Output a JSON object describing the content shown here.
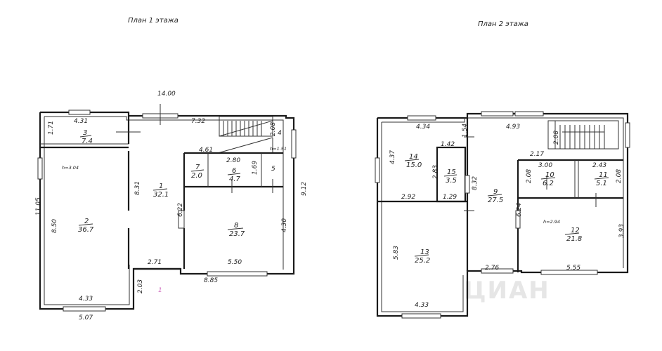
{
  "floor1": {
    "title": "План 1 этажа",
    "dims": {
      "top": "14.00",
      "d732": "7.32",
      "d431": "4.31",
      "d171": "1.71",
      "d850": "8.50",
      "d831": "8.31",
      "d461": "4.61",
      "d280": "2.80",
      "d208": "2.08",
      "d4": "4",
      "d151": "h=1.51",
      "d169": "1.69",
      "d5": "5",
      "d622": "6.22",
      "d430": "4.30",
      "d912": "9.12",
      "d1105": "11.05",
      "d271": "2.71",
      "d550": "5.50",
      "d885": "8.85",
      "d203": "2.03",
      "d433": "4.33",
      "d507": "5.07",
      "h304": "h=3.04",
      "pink1": "1"
    },
    "rooms": [
      {
        "num": "3",
        "area": "7.4"
      },
      {
        "num": "2",
        "area": "36.7"
      },
      {
        "num": "1",
        "area": "32.1"
      },
      {
        "num": "7",
        "area": "2.0"
      },
      {
        "num": "6",
        "area": "4.7"
      },
      {
        "num": "8",
        "area": "23.7"
      }
    ]
  },
  "floor2": {
    "title": "План 2 этажа",
    "dims": {
      "d434": "4.34",
      "d154": "1.54",
      "d493": "4.93",
      "d437": "4.37",
      "d142": "1.42",
      "d283": "2.83",
      "d217": "2.17",
      "d208s": "2.08",
      "d300": "3.00",
      "d243": "2.43",
      "d208a": "2.08",
      "d208b": "2.08",
      "d292": "2.92",
      "d129": "1.29",
      "d832": "8.32",
      "d624": "6.24",
      "h294": "h=2.94",
      "d393": "3.93",
      "d583": "5.83",
      "d276": "2.76",
      "d555": "5.55",
      "d433": "4.33"
    },
    "rooms": [
      {
        "num": "14",
        "area": "15.0"
      },
      {
        "num": "15",
        "area": "3.5"
      },
      {
        "num": "9",
        "area": "27.5"
      },
      {
        "num": "10",
        "area": "6.2"
      },
      {
        "num": "11",
        "area": "5.1"
      },
      {
        "num": "12",
        "area": "21.8"
      },
      {
        "num": "13",
        "area": "25.2"
      }
    ]
  },
  "watermark": "ЦИАН"
}
